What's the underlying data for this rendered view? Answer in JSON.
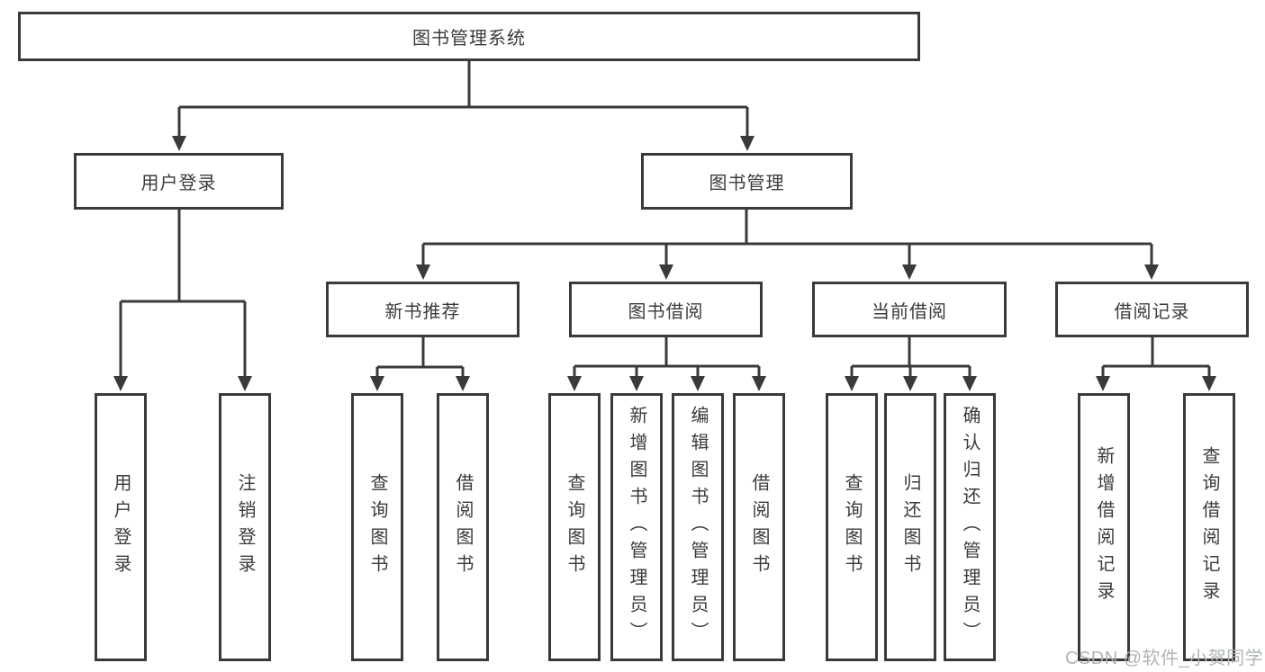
{
  "diagram": {
    "nodes": {
      "root": {
        "label": "图书管理系统"
      },
      "user_login": {
        "label": "用户登录"
      },
      "book_mgmt": {
        "label": "图书管理"
      },
      "new_book": {
        "label": "新书推荐"
      },
      "book_borrow": {
        "label": "图书借阅"
      },
      "current_borrow": {
        "label": "当前借阅"
      },
      "borrow_records": {
        "label": "借阅记录"
      },
      "leaf_user_login": {
        "label": "用户登录"
      },
      "leaf_logout": {
        "label": "注销登录"
      },
      "nb_query": {
        "label": "查询图书"
      },
      "nb_borrow": {
        "label": "借阅图书"
      },
      "bb_query": {
        "label": "查询图书"
      },
      "bb_add": {
        "label": "新增图书（管理员）"
      },
      "bb_edit": {
        "label": "编辑图书（管理员）"
      },
      "bb_borrow": {
        "label": "借阅图书"
      },
      "cb_query": {
        "label": "查询图书"
      },
      "cb_return": {
        "label": "归还图书"
      },
      "cb_confirm": {
        "label": "确认归还（管理员）"
      },
      "br_add": {
        "label": "新增借阅记录"
      },
      "br_query": {
        "label": "查询借阅记录"
      }
    },
    "hierarchy": {
      "root": [
        "user_login",
        "book_mgmt"
      ],
      "user_login": [
        "leaf_user_login",
        "leaf_logout"
      ],
      "book_mgmt": [
        "new_book",
        "book_borrow",
        "current_borrow",
        "borrow_records"
      ],
      "new_book": [
        "nb_query",
        "nb_borrow"
      ],
      "book_borrow": [
        "bb_query",
        "bb_add",
        "bb_edit",
        "bb_borrow"
      ],
      "current_borrow": [
        "cb_query",
        "cb_return",
        "cb_confirm"
      ],
      "borrow_records": [
        "br_add",
        "br_query"
      ]
    },
    "colors": {
      "line": "#3a3a3a",
      "text": "#3b3b3b",
      "background": "#ffffff",
      "watermark": "#acb1b1"
    }
  },
  "watermark": {
    "text": "CSDN @软件_小贺同学"
  }
}
